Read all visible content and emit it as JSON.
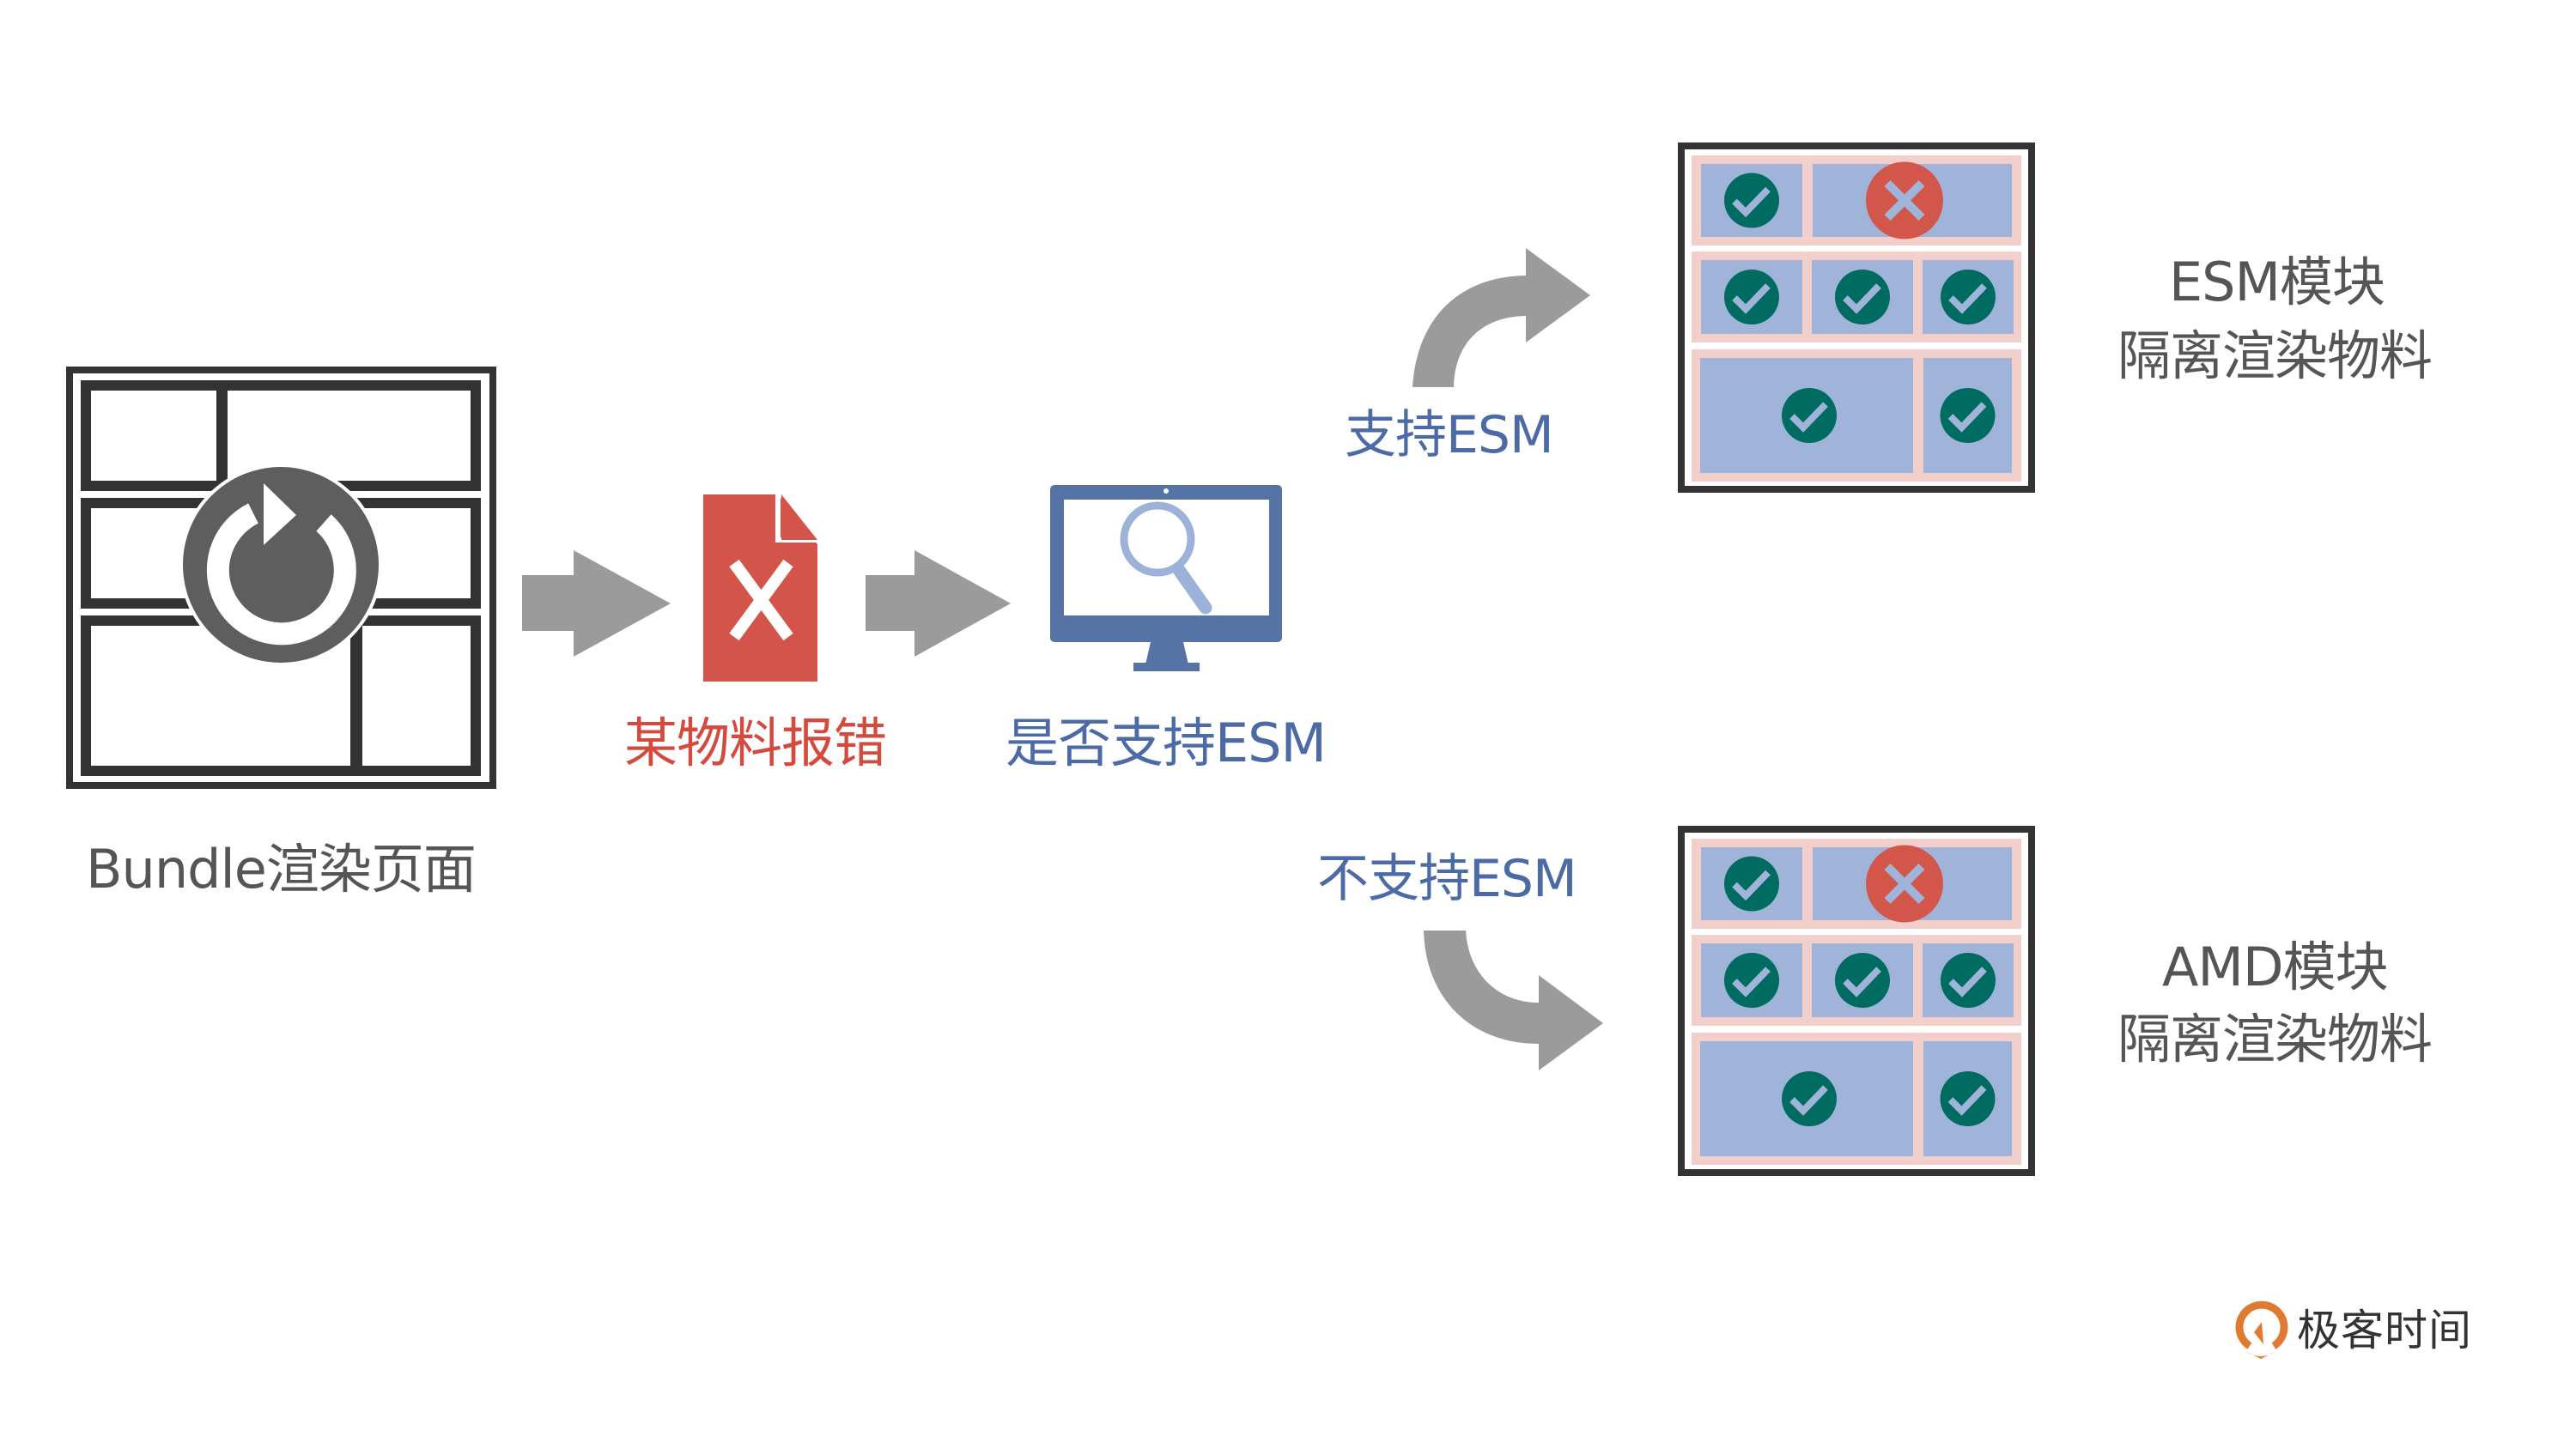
{
  "colors": {
    "arrow_gray": "#9b9b9b",
    "dark": "#333333",
    "refresh_gray": "#5e5e5e",
    "error_red": "#d3544a",
    "monitor_blue": "#5673a5",
    "magnifier_blue": "#9db2d8",
    "cell_blue": "#a0b4d9",
    "cell_pink": "#f2cfcb",
    "check_green": "#006b60",
    "logo_orange": "#e07a30"
  },
  "nodes": {
    "bundle_page": {
      "label": "Bundle渲染页面",
      "icon": "refresh-grid-icon"
    },
    "material_error": {
      "label": "某物料报错",
      "icon": "error-file-icon"
    },
    "esm_check": {
      "label": "是否支持ESM",
      "icon": "monitor-search-icon"
    }
  },
  "branches": {
    "supported": {
      "edge_label": "支持ESM",
      "result_title": "ESM模块",
      "result_subtitle": "隔离渲染物料",
      "module_rows": [
        [
          {
            "status": "ok"
          },
          {
            "status": "error"
          }
        ],
        [
          {
            "status": "ok"
          },
          {
            "status": "ok"
          },
          {
            "status": "ok"
          }
        ],
        [
          {
            "status": "ok"
          },
          {
            "status": "ok"
          }
        ]
      ]
    },
    "unsupported": {
      "edge_label": "不支持ESM",
      "result_title": "AMD模块",
      "result_subtitle": "隔离渲染物料",
      "module_rows": [
        [
          {
            "status": "ok"
          },
          {
            "status": "error"
          }
        ],
        [
          {
            "status": "ok"
          },
          {
            "status": "ok"
          },
          {
            "status": "ok"
          }
        ],
        [
          {
            "status": "ok"
          },
          {
            "status": "ok"
          }
        ]
      ]
    }
  },
  "branding": {
    "logo_text": "极客时间",
    "logo_icon": "geektime-logo-icon"
  }
}
